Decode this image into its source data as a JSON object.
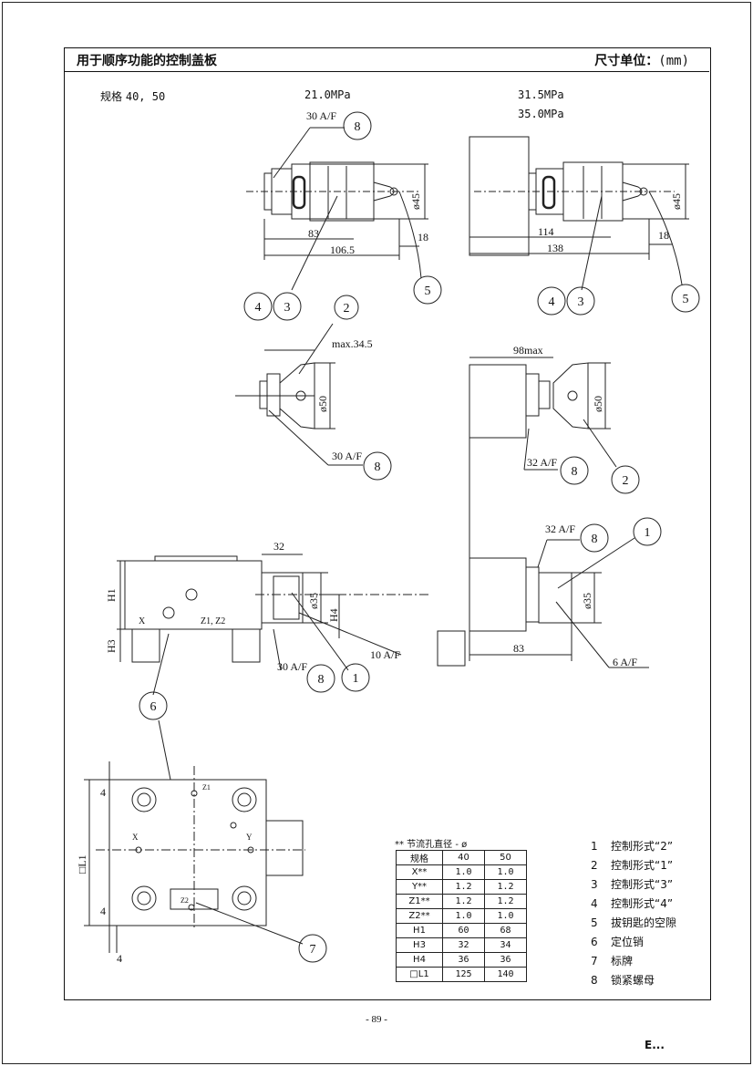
{
  "header": {
    "title": "用于顺序功能的控制盖板",
    "unit_label": "尺寸单位：",
    "unit_value": "(mm)"
  },
  "spec": {
    "label": "规格",
    "sizes": "40, 50"
  },
  "pressures": {
    "p1": "21.0MPa",
    "p2": "31.5MPa",
    "p3": "35.0MPa"
  },
  "dims": {
    "d_30af": "30 A/F",
    "d_83": "83",
    "d_1065": "106.5",
    "d_18": "18",
    "d_o45": "ø45",
    "d_114": "114",
    "d_138": "138",
    "d_max345": "max.34.5",
    "d_o50": "ø50",
    "d_98max": "98max",
    "d_32af": "32 A/F",
    "d_32": "32",
    "d_o35": "ø35",
    "d_h1": "H1",
    "d_h3": "H3",
    "d_h4": "H4",
    "d_x": "X",
    "d_z1z2": "Z1, Z2",
    "d_10af": "10 A/F",
    "d_6af": "6 A/F",
    "d_4": "4",
    "d_l1": "□L1",
    "d_y": "Y",
    "d_z1": "Z1",
    "d_z2": "Z2"
  },
  "balloons": [
    "1",
    "2",
    "3",
    "4",
    "5",
    "6",
    "7",
    "8"
  ],
  "table": {
    "title": "** 节流孔直径 - ø",
    "header": [
      "规格",
      "40",
      "50"
    ],
    "rows": [
      [
        "X**",
        "1.0",
        "1.0"
      ],
      [
        "Y**",
        "1.2",
        "1.2"
      ],
      [
        "Z1**",
        "1.2",
        "1.2"
      ],
      [
        "Z2**",
        "1.0",
        "1.0"
      ],
      [
        "H1",
        "60",
        "68"
      ],
      [
        "H3",
        "32",
        "34"
      ],
      [
        "H4",
        "36",
        "36"
      ],
      [
        "□L1",
        "125",
        "140"
      ]
    ]
  },
  "legend": [
    {
      "num": "1",
      "text": "控制形式“2”"
    },
    {
      "num": "2",
      "text": "控制形式“1”"
    },
    {
      "num": "3",
      "text": "控制形式“3”"
    },
    {
      "num": "4",
      "text": "控制形式“4”"
    },
    {
      "num": "5",
      "text": "拔钥匙的空隙"
    },
    {
      "num": "6",
      "text": "定位销"
    },
    {
      "num": "7",
      "text": "标牌"
    },
    {
      "num": "8",
      "text": "锁紧螺母"
    }
  ],
  "footer": {
    "page": "- 89 -",
    "mark": "E..."
  }
}
